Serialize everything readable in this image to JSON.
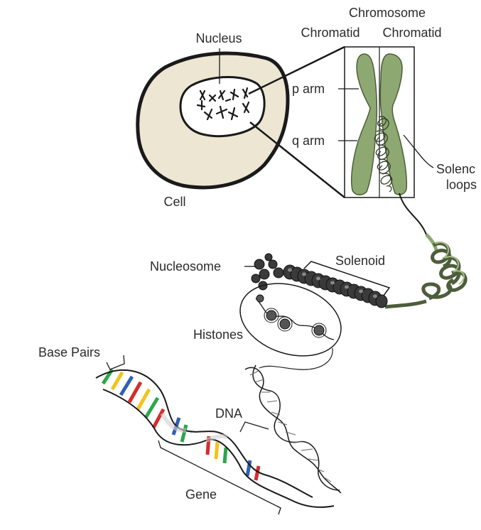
{
  "labels": {
    "chromosome": "Chromosome",
    "chromatid_left": "Chromatid",
    "chromatid_right": "Chromatid",
    "nucleus": "Nucleus",
    "p_arm": "p arm",
    "q_arm": "q arm",
    "solenoid_loops_line1": "Solenc",
    "solenoid_loops_line2": "loops",
    "cell": "Cell",
    "nucleosome": "Nucleosome",
    "solenoid": "Solenoid",
    "histones": "Histones",
    "base_pairs": "Base Pairs",
    "dna": "DNA",
    "gene": "Gene"
  },
  "colors": {
    "chromosome_green": "#8ea872",
    "cell_fill": "#ece6d3",
    "outline": "#1a1a1a",
    "base_red": "#d62b2b",
    "base_green": "#2aa84a",
    "base_blue": "#2f5fb8",
    "base_yellow": "#f0c419"
  }
}
